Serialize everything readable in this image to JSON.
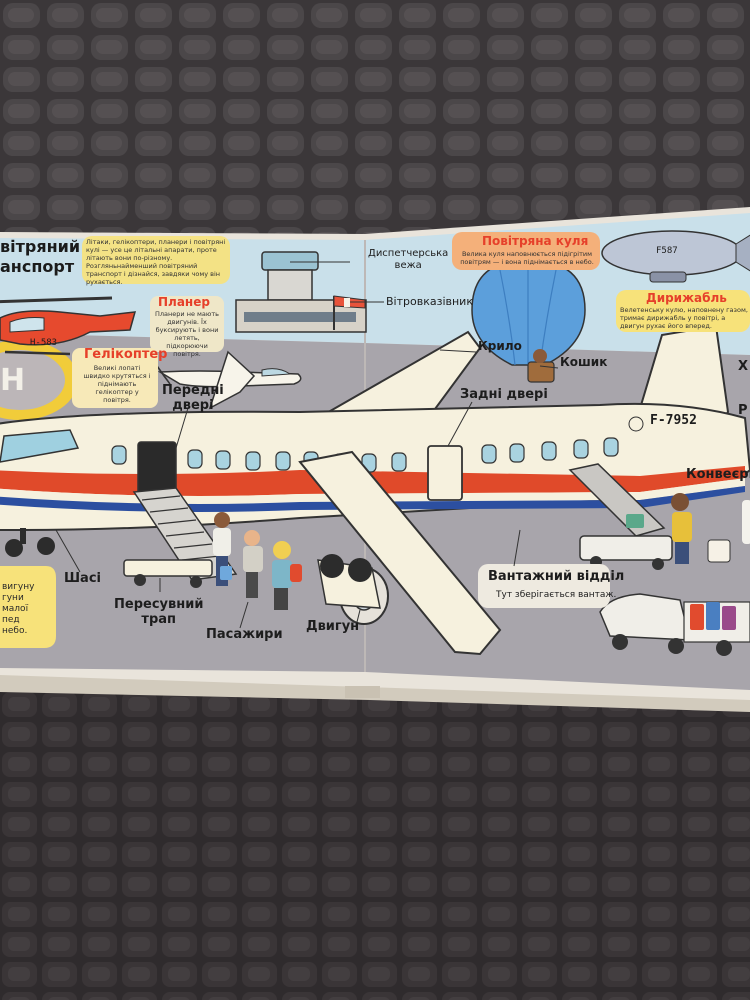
{
  "colors": {
    "blanket": "#3a3638",
    "page": "#e9e4db",
    "sky": "#c9e0ea",
    "tarmac": "#a8a5ab",
    "fuselage": "#f6f1de",
    "stripe_red": "#e04a2a",
    "stripe_blue": "#2c4fa0",
    "label_red": "#e6402a",
    "note_yellow": "#f7e27a",
    "note_orange": "#f4b07a"
  },
  "icons": [
    "airplane-icon",
    "helicopter-icon",
    "glider-icon",
    "hot-air-balloon-icon",
    "airship-icon",
    "control-tower-icon",
    "windsock-icon",
    "stairs-truck-icon",
    "conveyor-truck-icon",
    "luggage-cart-icon",
    "monkey-icon",
    "globe-icon"
  ],
  "page_left": {
    "title_line1": "вітряний",
    "title_line2": "анспорт",
    "intro": "Літаки, гелікоптери, планери і повітряні кулі — усе це літальні апарати, проте літають вони по-різному. Розгляньнайменший повітряний транспорт і дізнайся, завдяки чому він рухається.",
    "helicopter_reg": "H-583",
    "helicopter_label": "Гелікоптер",
    "helicopter_desc": "Великі лопаті швидко крутяться і піднімають гелікоптер у повітря.",
    "glider_label": "Планер",
    "glider_desc": "Планери не мають двигунів. Їх буксирують і вони летять, підкорюючи повітря.",
    "front_door": [
      "Передні",
      "двері"
    ],
    "chassis": "Шасі",
    "stairs": [
      "Пересувний",
      "трап"
    ],
    "passengers": "Пасажири",
    "engine": "Двигун",
    "yellow_note": [
      "вигуну",
      "гуни",
      "малої",
      "пед",
      "небо."
    ]
  },
  "page_right": {
    "tower": [
      "Диспетчерська",
      "вежа"
    ],
    "windsock": "Вітровказівник",
    "balloon_label": "Повітряна куля",
    "balloon_desc": "Велика куля наповнюється підігрітим повітрям — і вона піднімається в небо.",
    "airship_label": "Дирижабль",
    "airship_reg": "F587",
    "airship_desc": "Велетенську кулю, наповнену газом, тримає дирижабль у повітрі, а двигун рухає його вперед.",
    "wing": "Крило",
    "cat": "Кошик",
    "rear_door": "Задні двері",
    "plane_reg": "F-7952",
    "conveyor": "Конвеєрн",
    "cargo_label": "Вантажний відділ",
    "cargo_desc": "Тут зберігається вантаж.",
    "edge_letters": [
      "Х",
      "Р"
    ]
  }
}
